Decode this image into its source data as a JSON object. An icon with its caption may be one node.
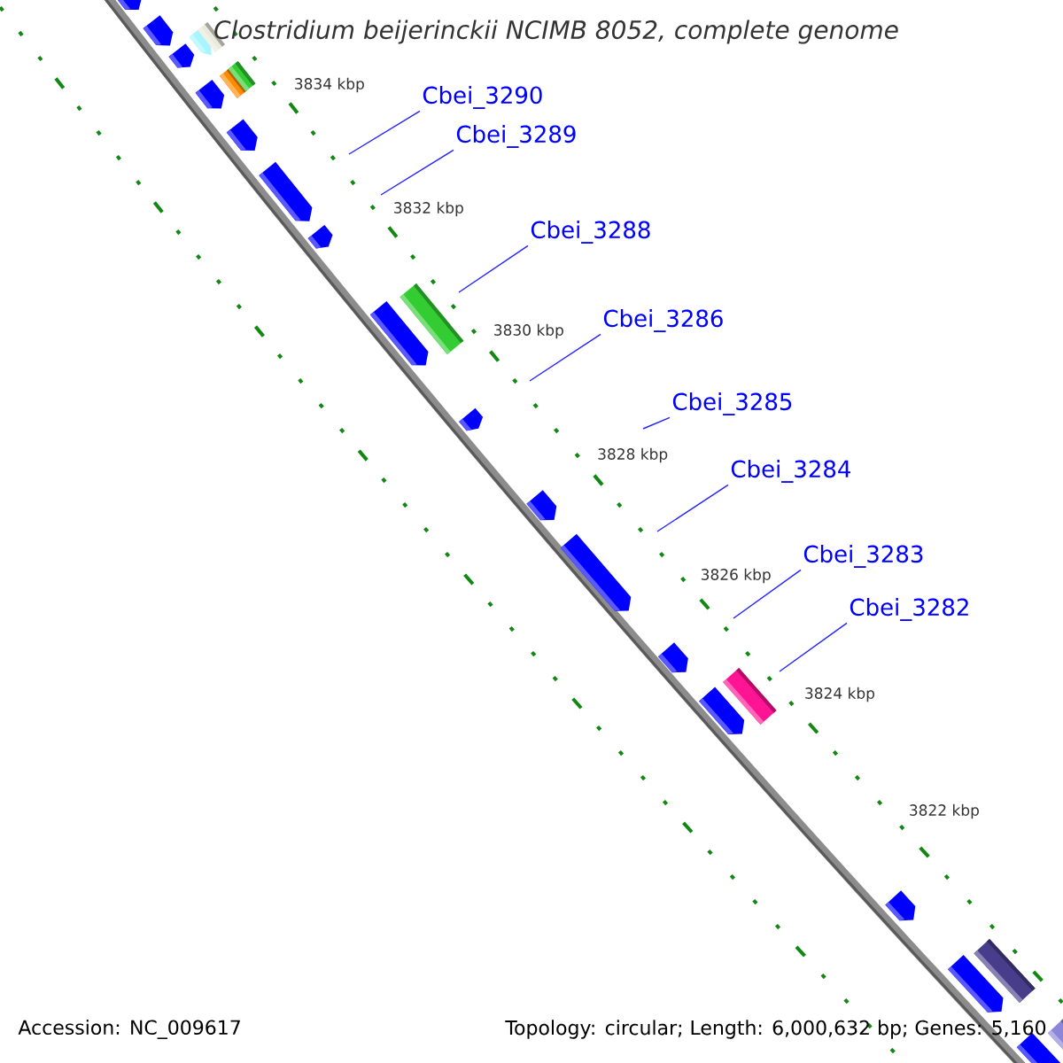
{
  "diagram": {
    "title": "Clostridium beijerinckii NCIMB 8052, complete genome",
    "nodes": [
      {
        "text": [
          "Cbei_3290"
        ]
      },
      {
        "text": [
          "Cbei_3289"
        ]
      },
      {
        "text": [
          "Cbei_3288"
        ]
      },
      {
        "text": [
          "Cbei_3286"
        ]
      },
      {
        "text": [
          "Cbei_3285"
        ]
      },
      {
        "text": [
          "Cbei_3284"
        ]
      },
      {
        "text": [
          "Cbei_3283"
        ]
      },
      {
        "text": [
          "Cbei_3282"
        ]
      }
    ],
    "edges": [
      {
        "from": 0,
        "to": null,
        "arrow": "none"
      },
      {
        "from": 1,
        "to": null,
        "arrow": "none"
      },
      {
        "from": 2,
        "to": null,
        "arrow": "none"
      },
      {
        "from": 3,
        "to": null,
        "arrow": "none"
      },
      {
        "from": 4,
        "to": null,
        "arrow": "none"
      },
      {
        "from": 5,
        "to": null,
        "arrow": "none"
      },
      {
        "from": 6,
        "to": null,
        "arrow": "none"
      },
      {
        "from": 7,
        "to": null,
        "arrow": "none"
      }
    ],
    "labels": [
      "3834 kbp",
      "3832 kbp",
      "3830 kbp",
      "3828 kbp",
      "3826 kbp",
      "3824 kbp",
      "3822 kbp",
      "Accession: NC_009617",
      "Topology: circular; Length: 6,000,632 bp; Genes: 5,160"
    ]
  }
}
